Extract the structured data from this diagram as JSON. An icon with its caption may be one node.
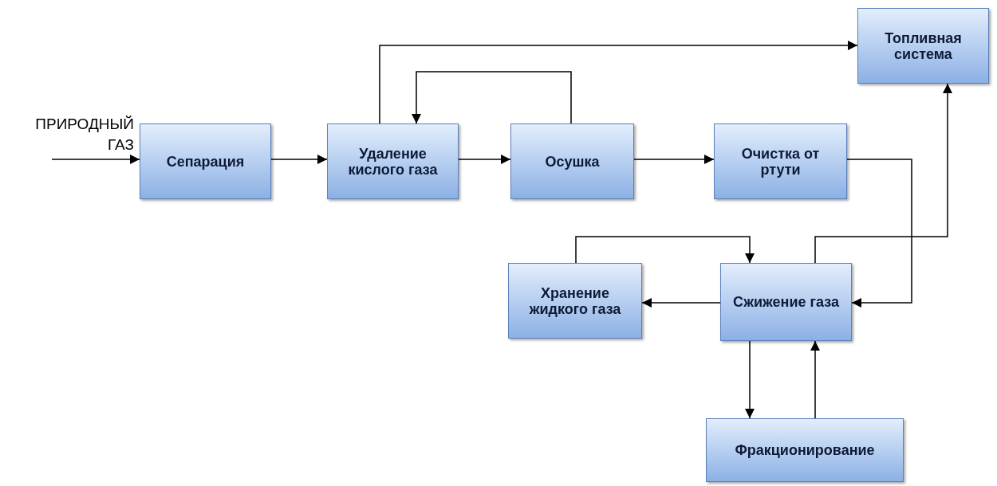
{
  "diagram": {
    "nodes": [
      {
        "text": [
          "Сепарация"
        ]
      },
      {
        "text": [
          "Удаление кислого газа"
        ]
      },
      {
        "text": [
          "Осушка"
        ]
      },
      {
        "text": [
          "Очистка от ртути"
        ]
      },
      {
        "text": [
          "Топливная система"
        ]
      },
      {
        "text": [
          "Хранение жидкого газа"
        ]
      },
      {
        "text": [
          "Сжижение газа"
        ]
      },
      {
        "text": [
          "Фракционирование"
        ]
      }
    ],
    "edges": [
      {
        "from": null,
        "to": 0,
        "arrow": "to"
      },
      {
        "from": 0,
        "to": 1,
        "arrow": "to"
      },
      {
        "from": 1,
        "to": 2,
        "arrow": "to"
      },
      {
        "from": 2,
        "to": 3,
        "arrow": "to"
      },
      {
        "from": 1,
        "to": 4,
        "arrow": "to"
      },
      {
        "from": 2,
        "to": 1,
        "arrow": "to"
      },
      {
        "from": 3,
        "to": 6,
        "arrow": "to"
      },
      {
        "from": 6,
        "to": 4,
        "arrow": "to"
      },
      {
        "from": 6,
        "to": 5,
        "arrow": "to"
      },
      {
        "from": 5,
        "to": 6,
        "arrow": "to"
      },
      {
        "from": 6,
        "to": 7,
        "arrow": "to"
      },
      {
        "from": 7,
        "to": 6,
        "arrow": "to"
      }
    ],
    "labels": [
      "ПРИРОДНЫЙ ГАЗ"
    ]
  }
}
